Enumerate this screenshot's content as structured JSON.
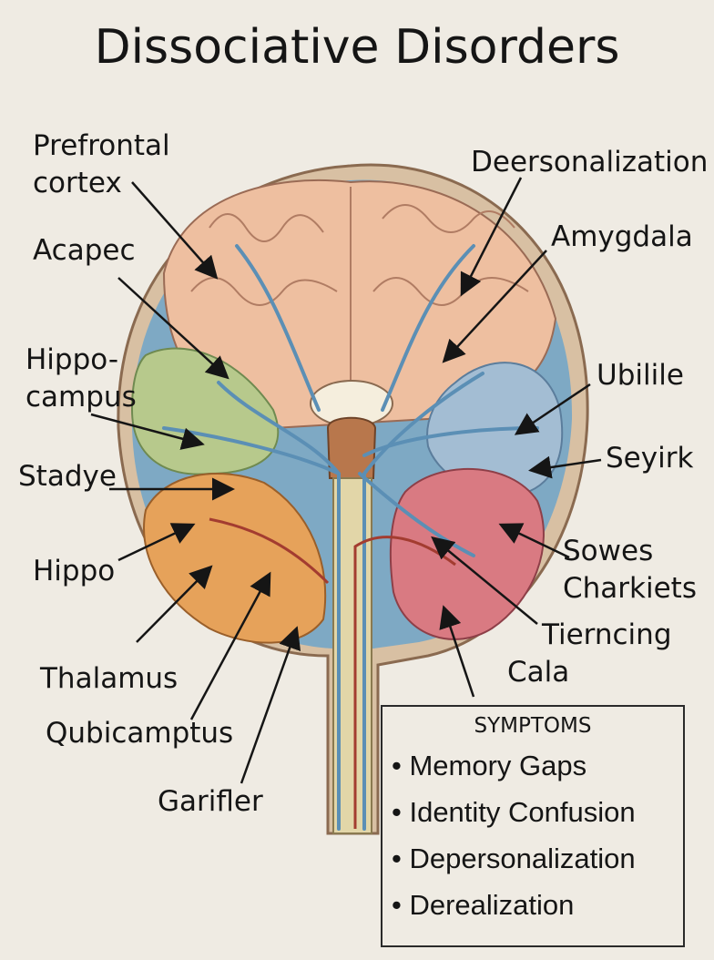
{
  "title": "Dissociative Disorders",
  "labels": {
    "prefrontal_1": "Prefrontal",
    "prefrontal_2": "cortex",
    "acapec": "Acapec",
    "hippocampus_1": "Hippo-",
    "hippocampus_2": "campus",
    "stadye": "Stadye",
    "hippo": "Hippo",
    "thalamus": "Thalamus",
    "qubicamptus": "Qubicamptus",
    "garifler": "Garifler",
    "deersonalization": "Deersonalization",
    "amygdala": "Amygdala",
    "ubilile": "Ubilile",
    "seyirk": "Seyirk",
    "sowes": "Sowes",
    "charkiets": "Charkiets",
    "tierncing": "Tierncing",
    "cala": "Cala"
  },
  "symptoms": {
    "heading": "SYMPTOMS",
    "items": [
      "• Memory Gaps",
      "• Identity Confusion",
      "• Depersonalization",
      "• Derealization"
    ]
  },
  "colors": {
    "background": "#efebe3",
    "cortex": "#eebfa0",
    "green_region": "#b7c98c",
    "orange_region": "#e6a25a",
    "blue_region": "#a3bdd3",
    "pink_region": "#d97a82",
    "vessels": "#5b8fb5"
  }
}
